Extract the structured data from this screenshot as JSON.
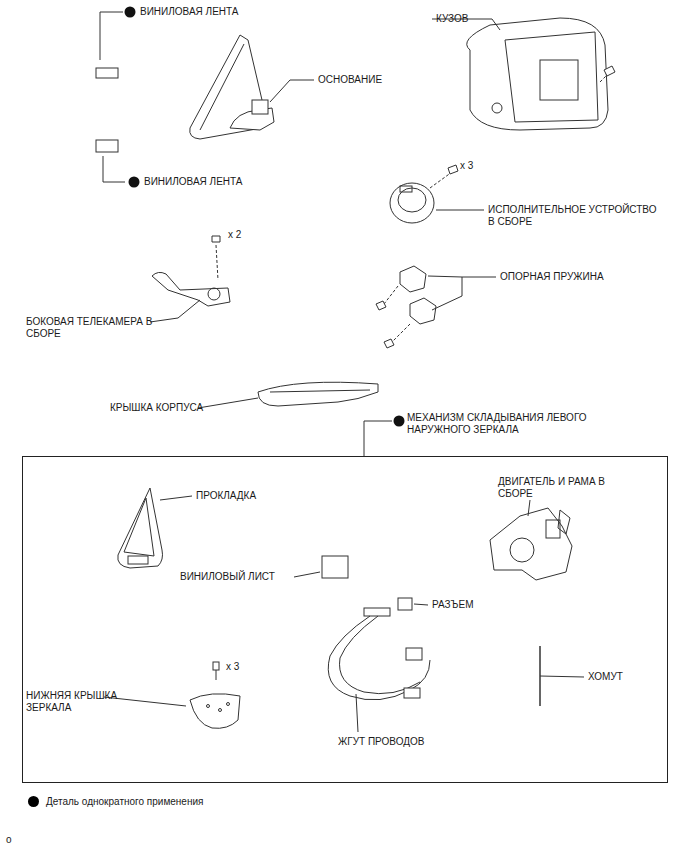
{
  "diagram": {
    "nodes": [
      {
        "text": [
          "МЕХАНИЗМ СКЛАДЫВАНИЯ ЛЕВОГО НАРУЖНОГО ЗЕРКАЛА"
        ]
      }
    ],
    "labels": [
      "ВИНИЛОВАЯ ЛЕНТА",
      "КУЗОВ",
      "ОСНОВАНИЕ",
      "ВИНИЛОВАЯ ЛЕНТА",
      "x 3",
      "ИСПОЛНИТЕЛЬНОЕ УСТРОЙСТВО В СБОРЕ",
      "x 2",
      "ОПОРНАЯ ПРУЖИНА",
      "БОКОВАЯ ТЕЛЕКАМЕРА В СБОРЕ",
      "КРЫШКА КОРПУСА",
      "ПРОКЛАДКА",
      "ДВИГАТЕЛЬ И РАМА В СБОРЕ",
      "ВИНИЛОВЫЙ ЛИСТ",
      "РАЗЪЕМ",
      "x 3",
      "ХОМУТ",
      "НИЖНЯЯ КРЫШКА ЗЕРКАЛА",
      "ЖГУТ ПРОВОДОВ",
      "o"
    ],
    "legend": [
      {
        "text": "Деталь однократного применения",
        "color": "#000000"
      }
    ]
  }
}
